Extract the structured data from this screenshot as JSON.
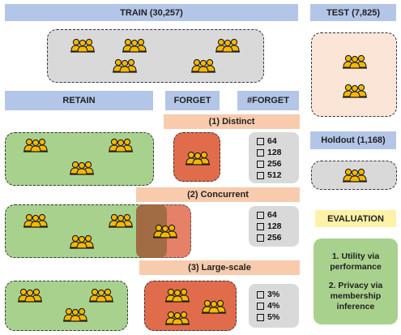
{
  "headers": {
    "train": "TRAIN (30,257)",
    "test": "TEST (7,825)",
    "retain": "RETAIN",
    "forget": "FORGET",
    "num_forget": "#FORGET",
    "holdout": "Holdout (1,168)",
    "evaluation": "EVALUATION"
  },
  "scenarios": {
    "distinct": "(1) Distinct",
    "concurrent": "(2) Concurrent",
    "large_scale": "(3) Large-scale"
  },
  "forget_counts": {
    "distinct": [
      "64",
      "128",
      "256",
      "512"
    ],
    "concurrent": [
      "64",
      "128",
      "256"
    ],
    "large_scale": [
      "3%",
      "4%",
      "5%"
    ]
  },
  "evaluation": {
    "item1": "1. Utility via performance",
    "item2": "2. Privacy via membership inference"
  },
  "colors": {
    "header_blue": "#b4c6e7",
    "section_peach": "#f8cbad",
    "retain_green": "#a9d18e",
    "forget_red": "#e06c4c",
    "people_yellow": "#f5b800"
  },
  "icons": {
    "group": "people-group-icon",
    "checkbox": "checkbox-icon"
  }
}
